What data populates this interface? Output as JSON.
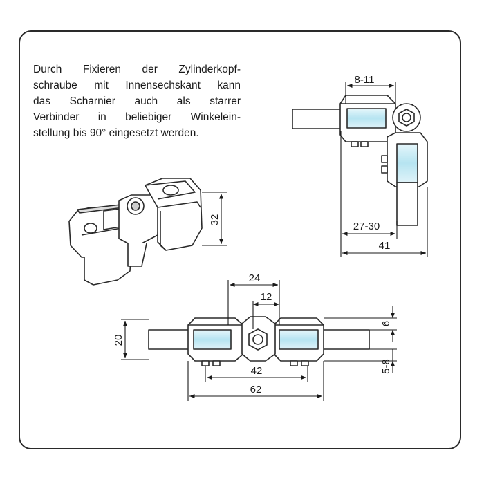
{
  "description": {
    "lines": [
      "Durch Fixieren der Zylinderkopf-",
      "schraube mit Innensechskant kann",
      "das Scharnier auch als starrer",
      "Verbinder in beliebiger Winkelein-",
      "stellung bis 90° eingesetzt werden."
    ]
  },
  "dimensions": {
    "iso_height": "32",
    "angled_top": "8-11",
    "angled_inner": "27-30",
    "angled_total": "41",
    "front_24": "24",
    "front_12": "12",
    "front_height": "20",
    "front_6": "6",
    "front_5_8": "5-8",
    "front_42": "42",
    "front_62": "62"
  },
  "colors": {
    "line": "#2a2a2a",
    "glass_fill": "#b9e6f2",
    "body_fill": "#ffffff"
  }
}
